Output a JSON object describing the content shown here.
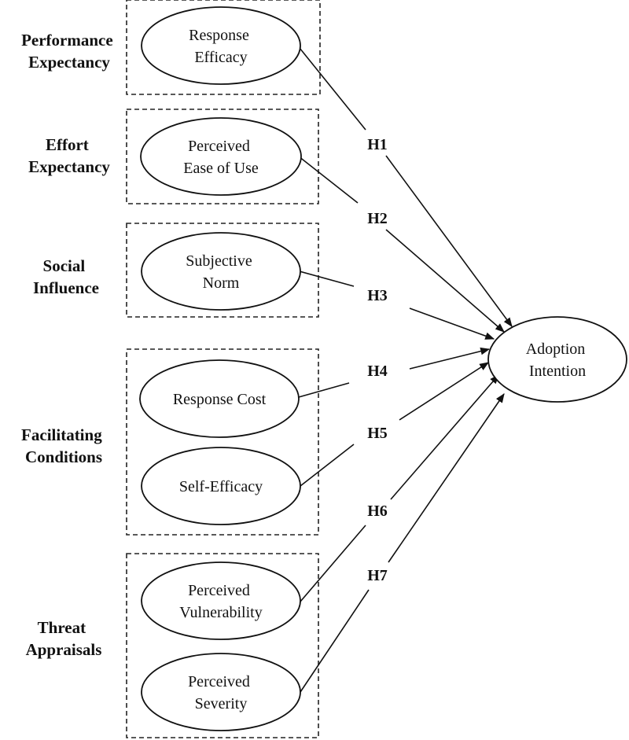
{
  "groups": [
    {
      "id": "performance",
      "label_lines": [
        "Performance",
        "Expectancy"
      ]
    },
    {
      "id": "effort",
      "label_lines": [
        "Effort",
        "Expectancy"
      ]
    },
    {
      "id": "social",
      "label_lines": [
        "Social",
        "Influence"
      ]
    },
    {
      "id": "facilitating",
      "label_lines": [
        "Facilitating",
        "Conditions"
      ]
    },
    {
      "id": "threat",
      "label_lines": [
        "Threat",
        "Appraisals"
      ]
    }
  ],
  "constructs": [
    {
      "id": "response-efficacy",
      "group": "performance",
      "lines": [
        "Response",
        "Efficacy"
      ]
    },
    {
      "id": "perceived-ease-of-use",
      "group": "effort",
      "lines": [
        "Perceived",
        "Ease of Use"
      ]
    },
    {
      "id": "subjective-norm",
      "group": "social",
      "lines": [
        "Subjective",
        "Norm"
      ]
    },
    {
      "id": "response-cost",
      "group": "facilitating",
      "lines": [
        "Response Cost"
      ]
    },
    {
      "id": "self-efficacy",
      "group": "facilitating",
      "lines": [
        "Self-Efficacy"
      ]
    },
    {
      "id": "perceived-vulnerability",
      "group": "threat",
      "lines": [
        "Perceived",
        "Vulnerability"
      ]
    },
    {
      "id": "perceived-severity",
      "group": "threat",
      "lines": [
        "Perceived",
        "Severity"
      ]
    }
  ],
  "outcome": {
    "id": "adoption-intention",
    "lines": [
      "Adoption",
      "Intention"
    ]
  },
  "hypotheses": [
    {
      "label": "H1",
      "from": "response-efficacy",
      "to": "adoption-intention"
    },
    {
      "label": "H2",
      "from": "perceived-ease-of-use",
      "to": "adoption-intention"
    },
    {
      "label": "H3",
      "from": "subjective-norm",
      "to": "adoption-intention"
    },
    {
      "label": "H4",
      "from": "response-cost",
      "to": "adoption-intention"
    },
    {
      "label": "H5",
      "from": "self-efficacy",
      "to": "adoption-intention"
    },
    {
      "label": "H6",
      "from": "perceived-vulnerability",
      "to": "adoption-intention"
    },
    {
      "label": "H7",
      "from": "perceived-severity",
      "to": "adoption-intention"
    }
  ]
}
